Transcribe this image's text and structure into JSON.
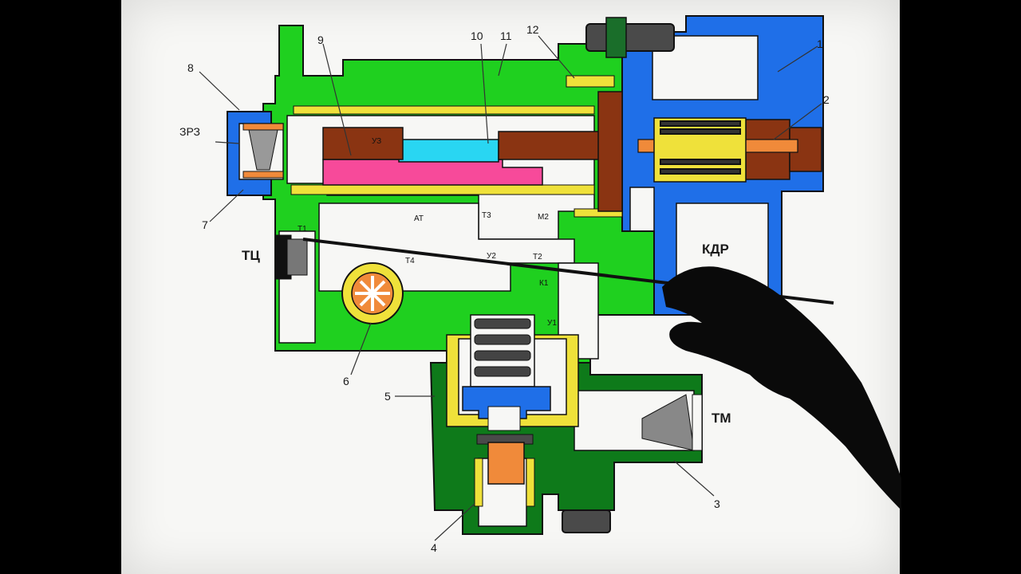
{
  "labels": {
    "n1": "1",
    "n2": "2",
    "n3": "3",
    "n4": "4",
    "n5": "5",
    "n6": "6",
    "n7": "7",
    "n8": "8",
    "n9": "9",
    "n10": "10",
    "n11": "11",
    "n12": "12",
    "zr3": "ЗРЗ",
    "tc": "ТЦ",
    "kdr": "КДР",
    "tm": "ТМ",
    "t1": "Т1",
    "t2": "Т2",
    "t3": "Т3",
    "t4": "Т4",
    "m2": "М2",
    "k1": "К1",
    "u1": "У1",
    "u2": "У2",
    "u3": "УЗ",
    "at": "АТ"
  },
  "colors": {
    "green": "#1fd01f",
    "dark_green": "#0e7a1a",
    "blue": "#1f6fe8",
    "brown": "#8a3412",
    "pink": "#f74a9a",
    "cyan": "#29d6f2",
    "yellow": "#efe13a",
    "orange": "#f08a3a",
    "dark_gray": "#4a4a4a"
  }
}
